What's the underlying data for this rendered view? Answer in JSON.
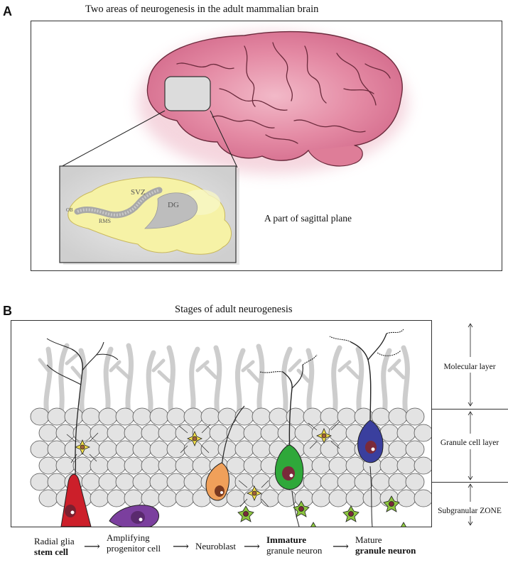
{
  "panel_a": {
    "letter": "A",
    "title_parts": [
      "Two areas of neurogenesis in the adult mammalian brain"
    ],
    "sagittal_label": "A part of sagittal plane",
    "inset_labels": {
      "svz": "SVZ",
      "dg": "DG",
      "rms": "RMS",
      "ob": "OB"
    }
  },
  "panel_b": {
    "letter": "B",
    "title_plain": "Stages of ",
    "title_bold": "adult neurogenesis",
    "layers": [
      {
        "label": "Molecular layer"
      },
      {
        "label": "Granule cell layer"
      },
      {
        "label": "Subgranular ZONE"
      }
    ],
    "stages": [
      {
        "line1": "Radial glia",
        "line2": "stem cell"
      },
      {
        "line1": "Amplifying",
        "line2": "progenitor cell"
      },
      {
        "line1": "Neuroblast",
        "line2": ""
      },
      {
        "line1": "Immature",
        "line2": "granule neuron"
      },
      {
        "line1": "Mature",
        "line2": "granule neuron"
      }
    ]
  },
  "colors": {
    "brain": "#e38aa3",
    "inset_bg": "#d8d8d8",
    "section": "#f4f0a0",
    "radial_glia": "#cc1f2a",
    "progenitor": "#7b3f9e",
    "neuroblast": "#f0a05a",
    "immature": "#2fa83a",
    "mature": "#3a3f9e",
    "astrocyte": "#f5e24a",
    "microglia": "#8cc63f"
  }
}
